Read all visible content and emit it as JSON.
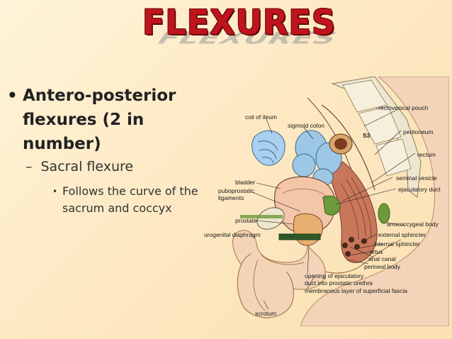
{
  "slide": {
    "title": "FLEXURES",
    "bullets": {
      "level1": "Antero-posterior flexures (2 in number)",
      "level1_marker": "•",
      "level2": "Sacral flexure",
      "level2_marker": "–",
      "level3": "Follows the curve of the sacrum and coccyx",
      "level3_marker": "•"
    }
  },
  "diagram": {
    "labels": {
      "coil_of_ileum": "coil of ileum",
      "sigmoid_colon": "sigmoid colon",
      "rectovesical_pouch": "rectovesical pouch",
      "s3": "S3",
      "peritoneum": "peritoneum",
      "rectum": "rectum",
      "seminal_vesicle": "seminal vesicle",
      "ejaculatory_duct": "ejaculatory duct",
      "bladder": "bladder",
      "puboprostatic_ligaments": "puboprostatic\nligaments",
      "prostate": "prostate",
      "urogenital_diaphragm": "urogenital diaphragm",
      "anococcygeal_body": "anococcygeal body",
      "external_sphincter": "external sphincter",
      "internal_sphincter": "internal sphincter",
      "anus": "anus",
      "anal_canal": "anal canal",
      "perineal_body": "perineal body",
      "opening_of_ejaculatory_duct": "opening of ejaculatory\nduct into prostatic urethra",
      "membranous_layer": "membranous layer of superficial fascia",
      "scrotum": "scrotum"
    }
  },
  "colors": {
    "title_red": "#c0141c",
    "background": "#fde9c4",
    "organ_pink": "#f3c6a8",
    "sigmoid_blue": "#9cc8e6",
    "bone": "#efe6cf",
    "vesicle_green": "#6c9a3c"
  }
}
